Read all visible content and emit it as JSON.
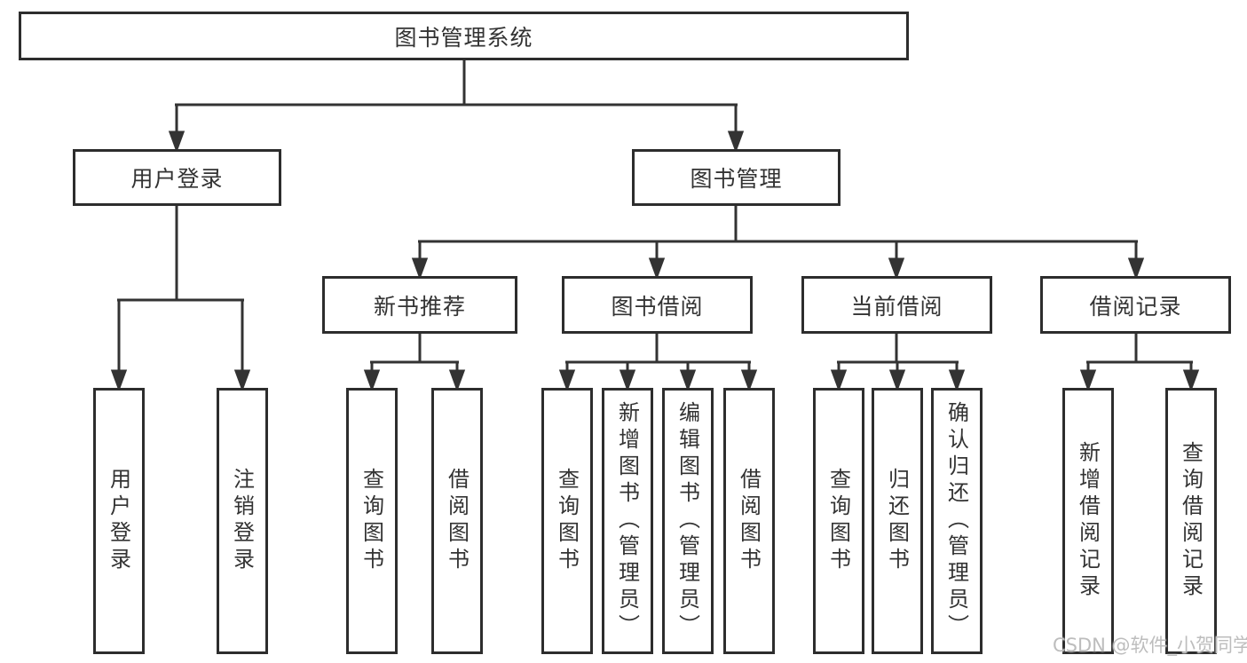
{
  "diagram": {
    "root": {
      "label": "图书管理系统"
    },
    "user_login": {
      "label": "用户登录",
      "children": [
        {
          "label": "用户登录"
        },
        {
          "label": "注销登录"
        }
      ]
    },
    "book_management": {
      "label": "图书管理",
      "modules": [
        {
          "label": "新书推荐",
          "children": [
            {
              "label": "查询图书"
            },
            {
              "label": "借阅图书"
            }
          ]
        },
        {
          "label": "图书借阅",
          "children": [
            {
              "label": "查询图书"
            },
            {
              "label": "新增图书（管理员）"
            },
            {
              "label": "编辑图书（管理员）"
            },
            {
              "label": "借阅图书"
            }
          ]
        },
        {
          "label": "当前借阅",
          "children": [
            {
              "label": "查询图书"
            },
            {
              "label": "归还图书"
            },
            {
              "label": "确认归还（管理员）"
            }
          ]
        },
        {
          "label": "借阅记录",
          "children": [
            {
              "label": "新增借阅记录"
            },
            {
              "label": "查询借阅记录"
            }
          ]
        }
      ]
    }
  },
  "watermark": {
    "text": "CSDN @软件_小贺同学"
  },
  "colors": {
    "line": "#333333",
    "box_border": "#2d2d2d",
    "text": "#333333",
    "background": "#ffffff",
    "watermark": "#bdbdbd"
  }
}
